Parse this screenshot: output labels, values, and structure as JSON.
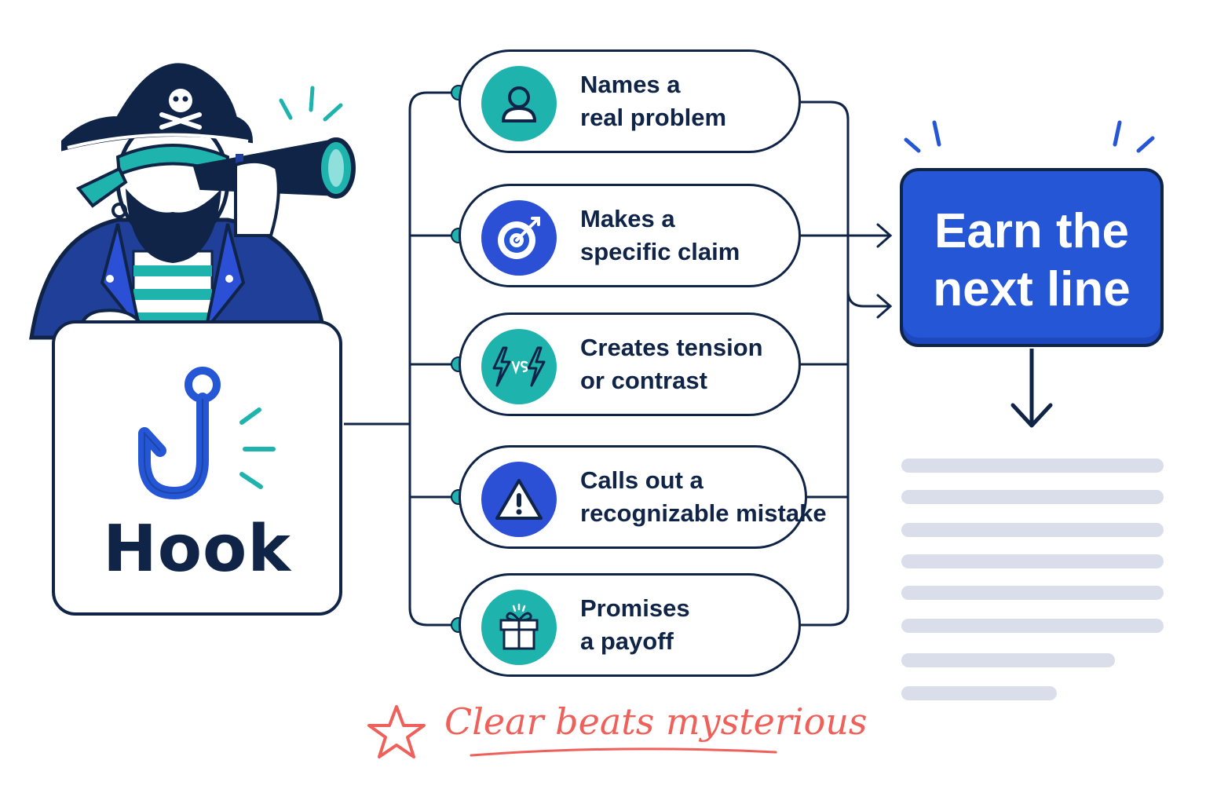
{
  "hook": {
    "label": "Hook"
  },
  "traits": [
    {
      "line1": "Names a",
      "line2": "real problem",
      "icon": "person-icon"
    },
    {
      "line1": "Makes a",
      "line2": "specific claim",
      "icon": "target-icon"
    },
    {
      "line1": "Creates tension",
      "line2": "or contrast",
      "icon": "versus-icon"
    },
    {
      "line1": "Calls out a",
      "line2": "recognizable mistake",
      "icon": "warning-icon"
    },
    {
      "line1": "Promises",
      "line2": "a payoff",
      "icon": "gift-icon"
    }
  ],
  "result": {
    "line1": "Earn the",
    "line2": "next line"
  },
  "tagline": "Clear beats mysterious",
  "colors": {
    "navy": "#0f2447",
    "teal": "#1fb3ae",
    "blue": "#2456d6",
    "coral": "#f0605a",
    "placeholder": "#d9deea"
  }
}
